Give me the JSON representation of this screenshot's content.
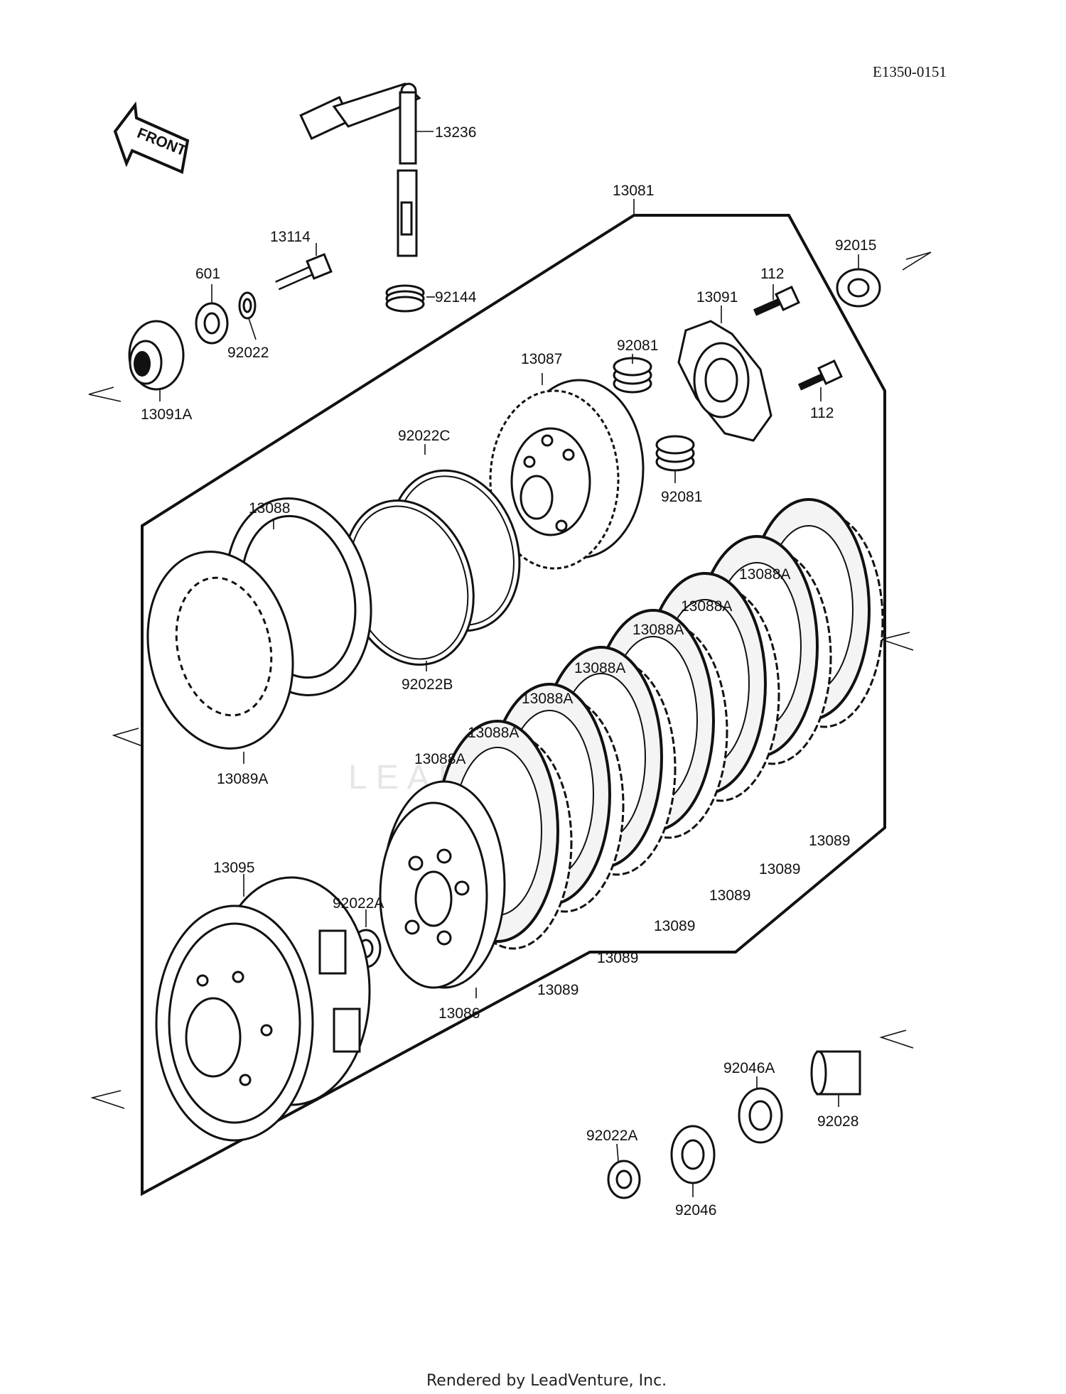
{
  "diagram": {
    "reference_code": "E1350-0151",
    "front_label": "FRONT",
    "watermark": "LEAD",
    "footer": "Rendered by LeadVenture, Inc."
  },
  "labels": {
    "p13236": "13236",
    "p13081": "13081",
    "p92015": "92015",
    "p13114": "13114",
    "p601": "601",
    "p92144": "92144",
    "p112_top": "112",
    "p13091": "13091",
    "p92022": "92022",
    "p13091A": "13091A",
    "p13087": "13087",
    "p92081_top": "92081",
    "p112_bot": "112",
    "p92022C": "92022C",
    "p92081_bot": "92081",
    "p13088": "13088",
    "p13088A_1": "13088A",
    "p13088A_2": "13088A",
    "p13088A_3": "13088A",
    "p13088A_4": "13088A",
    "p13088A_5": "13088A",
    "p13088A_6": "13088A",
    "p13088A_7": "13088A",
    "p92022B": "92022B",
    "p13089A": "13089A",
    "p13089_1": "13089",
    "p13089_2": "13089",
    "p13089_3": "13089",
    "p13089_4": "13089",
    "p13089_5": "13089",
    "p13089_6": "13089",
    "p13095": "13095",
    "p92022A_top": "92022A",
    "p13086": "13086",
    "p92046A": "92046A",
    "p92028": "92028",
    "p92022A_bot": "92022A",
    "p92046": "92046"
  }
}
